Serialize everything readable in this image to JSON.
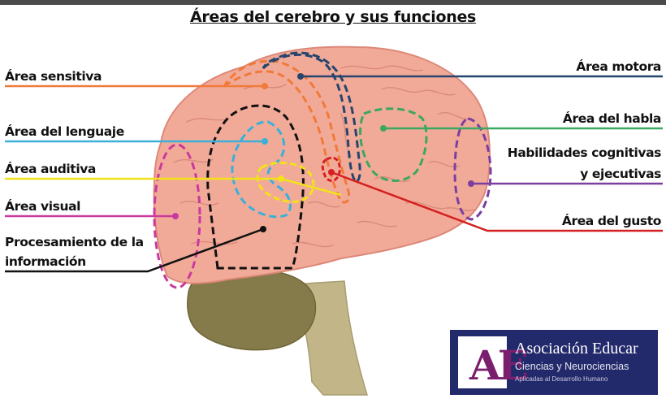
{
  "title": "Áreas del cerebro y sus funciones",
  "labels": {
    "sensitiva": "Área sensitiva",
    "lenguaje": "Área del lenguaje",
    "auditiva": "Área auditiva",
    "visual": "Área visual",
    "procesamiento_1": "Procesamiento de la",
    "procesamiento_2": "información",
    "motora": "Área motora",
    "habla": "Área del habla",
    "cognitivas_1": "Habilidades cognitivas",
    "cognitivas_2": "y ejecutivas",
    "gusto": "Área del gusto"
  },
  "colors": {
    "sensitiva": "#f07a3a",
    "lenguaje": "#3ab0d8",
    "auditiva": "#f2e21a",
    "visual": "#c83a9e",
    "procesamiento": "#111111",
    "motora": "#26456e",
    "habla": "#3aa860",
    "cognitivas": "#7b3fa0",
    "gusto": "#d42020",
    "brain": "#f2aa98",
    "brain_outline": "#dd8878",
    "cerebellum": "#857a4a",
    "brainstem": "#c2b688"
  },
  "logo": {
    "letters": "AE",
    "name": "Asociación Educar",
    "line2": "Ciencias y Neurociencias",
    "line3": "Aplicadas al Desarrollo Humano"
  }
}
